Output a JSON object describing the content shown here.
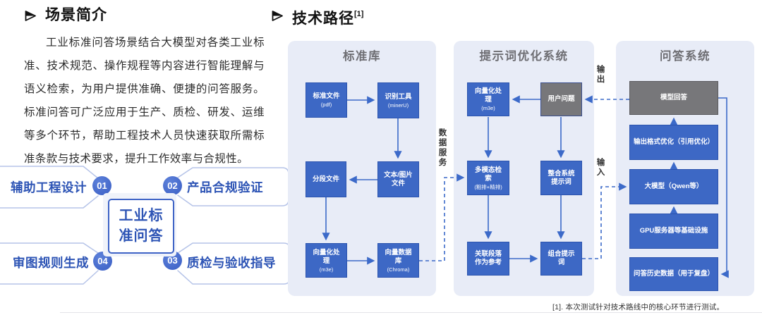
{
  "scene": {
    "title": "场景简介",
    "paragraph": "工业标准问答场景结合大模型对各类工业标准、技术规范、操作规程等内容进行智能理解与语义检索，为用户提供准确、便捷的问答服务。标准问答可广泛应用于生产、质检、研发、运维等多个环节，帮助工程技术人员快速获取所需标准条款与技术要求，提升工作效率与合规性。",
    "badges": [
      {
        "num": "01",
        "label": "辅助工程设计"
      },
      {
        "num": "02",
        "label": "产品合规验证"
      },
      {
        "num": "03",
        "label": "质检与验收指导"
      },
      {
        "num": "04",
        "label": "审图规则生成"
      }
    ],
    "center_box": {
      "line1": "工业标",
      "line2": "准问答"
    }
  },
  "tech": {
    "title": "技术路径",
    "title_sup": "[1]",
    "panels": [
      {
        "title": "标准库",
        "boxes": [
          {
            "main": "标准文件",
            "sub": "(pdf)"
          },
          {
            "main": "识别工具",
            "sub": "(minerU)"
          },
          {
            "main": "分段文件",
            "sub": ""
          },
          {
            "main": "文本/图片文件",
            "sub": ""
          },
          {
            "main": "向量化处理",
            "sub": "(m3e)"
          },
          {
            "main": "向量数据库",
            "sub": "(Chroma)"
          }
        ]
      },
      {
        "title": "提示词优化系统",
        "boxes": [
          {
            "main": "向量化处理",
            "sub": "(m3e)"
          },
          {
            "main": "用户问题",
            "sub": ""
          },
          {
            "main": "多模态检索",
            "sub": "(粗排+精排)"
          },
          {
            "main": "整合系统提示词",
            "sub": ""
          },
          {
            "main": "关联段落作为参考",
            "sub": ""
          },
          {
            "main": "组合提示词",
            "sub": ""
          }
        ]
      },
      {
        "title": "问答系统",
        "boxes": [
          {
            "main": "模型回答",
            "sub": ""
          },
          {
            "main": "输出格式优化（引用优化）",
            "sub": ""
          },
          {
            "main": "大模型（Qwen等）",
            "sub": ""
          },
          {
            "main": "GPU服务器等基础设施",
            "sub": ""
          },
          {
            "main": "问答历史数据（用于复盘）",
            "sub": ""
          }
        ]
      }
    ],
    "flow_labels": {
      "data_service": "数据服务",
      "output": "输出",
      "input": "输入"
    },
    "footnote": "[1]. 本次测试针对技术路线中的核心环节进行测试。"
  },
  "colors": {
    "node_blue": "#3d68c5",
    "node_blue_border": "#2b53ae",
    "node_gray": "#77777a",
    "panel_bg": "#e8ecf7",
    "accent_text_blue": "#2d54b5",
    "arrow_blue": "#3c6ac9",
    "bracket_line": "#b5c3e8"
  }
}
